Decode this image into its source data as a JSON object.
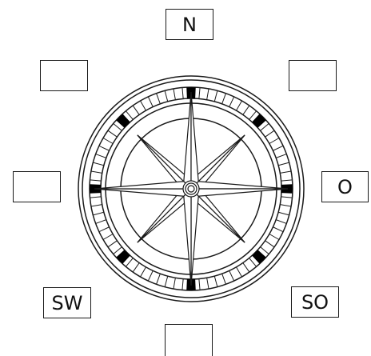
{
  "compass": {
    "labels": {
      "north": "N",
      "northwest": "",
      "northeast": "",
      "west": "",
      "east": "O",
      "southwest": "SW",
      "southeast": "SO",
      "south": ""
    }
  },
  "colors": {
    "stroke": "#1a1a1a",
    "fill": "#ffffff",
    "marker": "#000000"
  }
}
